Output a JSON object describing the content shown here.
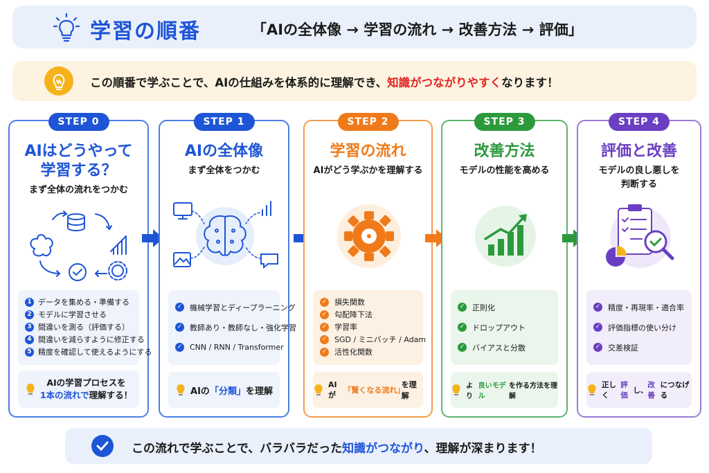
{
  "header": {
    "title": "学習の順番",
    "subtitle": "「AIの全体像 → 学習の流れ → 改善方法 → 評価」",
    "icon": "lightbulb-icon"
  },
  "intro": {
    "text_before": "この順番で学ぶことで、AIの仕組みを体系的に理解でき、",
    "highlight": "知識がつながりやすく",
    "text_after": "なります！",
    "icon": "lightbulb-icon"
  },
  "steps": [
    {
      "badge": "STEP 0",
      "title_line1": "AIはどうやって",
      "title_line2": "学習する？",
      "subtitle": "まず全体の流れをつかむ",
      "items": [
        "データを集める・準備する",
        "モデルに学習させる",
        "間違いを測る（評価する）",
        "間違いを減らすように修正する",
        "精度を確認して使えるようにする"
      ],
      "item_numbers": [
        "1",
        "2",
        "3",
        "4",
        "5"
      ],
      "tip_line1": "AIの学習プロセスを",
      "tip_hl": "1本の流れで",
      "tip_after": "理解する！",
      "color": "#1e55d6"
    },
    {
      "badge": "STEP 1",
      "title": "AIの全体像",
      "subtitle": "まず全体をつかむ",
      "items": [
        "機械学習とディープラーニング",
        "教師あり・教師なし・強化学習",
        "CNN / RNN / Transformer"
      ],
      "tip_before": "AIの",
      "tip_hl": "「分類」",
      "tip_after": "を理解",
      "color": "#1e55d6"
    },
    {
      "badge": "STEP 2",
      "title": "学習の流れ",
      "subtitle": "AIがどう学ぶかを理解する",
      "items": [
        "損失関数",
        "勾配降下法",
        "学習率",
        "SGD / ミニバッチ / Adam",
        "活性化関数"
      ],
      "tip_before": "AIが",
      "tip_hl": "「賢くなる流れ」",
      "tip_after": "を理解",
      "color": "#f07a1a"
    },
    {
      "badge": "STEP 3",
      "title": "改善方法",
      "subtitle": "モデルの性能を高める",
      "items": [
        "正則化",
        "ドロップアウト",
        "バイアスと分散"
      ],
      "tip_before": "より",
      "tip_hl": "良いモデル",
      "tip_after": "を作る方法を理解",
      "color": "#2c9a3c"
    },
    {
      "badge": "STEP 4",
      "title": "評価と改善",
      "subtitle_line1": "モデルの良し悪しを",
      "subtitle_line2": "判断する",
      "items": [
        "精度・再現率・適合率",
        "評価指標の使い分け",
        "交差検証"
      ],
      "tip_before": "正しく",
      "tip_hl1": "評価",
      "tip_mid": "し、",
      "tip_hl2": "改善",
      "tip_after": "につなげる",
      "color": "#6a3fc2"
    }
  ],
  "footer": {
    "text_before": "この流れで学ぶことで、バラバラだった",
    "highlight": "知識がつながり",
    "text_after": "、理解が深まります！",
    "icon": "check-circle-icon"
  },
  "colors": {
    "blue": "#1e55d6",
    "orange": "#f07a1a",
    "green": "#2c9a3c",
    "purple": "#6a3fc2",
    "red": "#e02424"
  }
}
